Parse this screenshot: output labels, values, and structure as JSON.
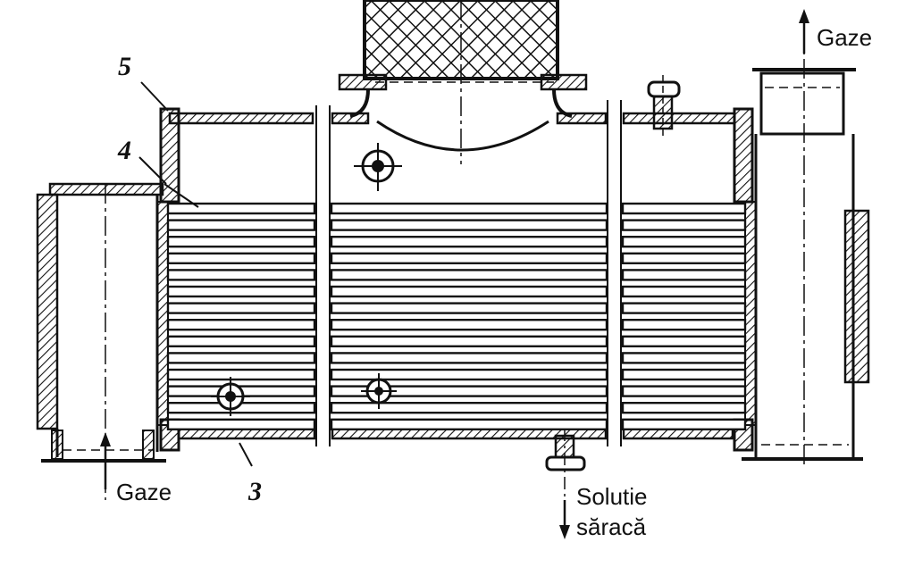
{
  "labels": {
    "gas_in": "Gaze",
    "gas_out": "Gaze",
    "solution_line1": "Solutie",
    "solution_line2": "săracă"
  },
  "part_numbers": {
    "p3": "3",
    "p4": "4",
    "p5": "5"
  },
  "colors": {
    "ink": "#111111",
    "paper": "#ffffff"
  }
}
